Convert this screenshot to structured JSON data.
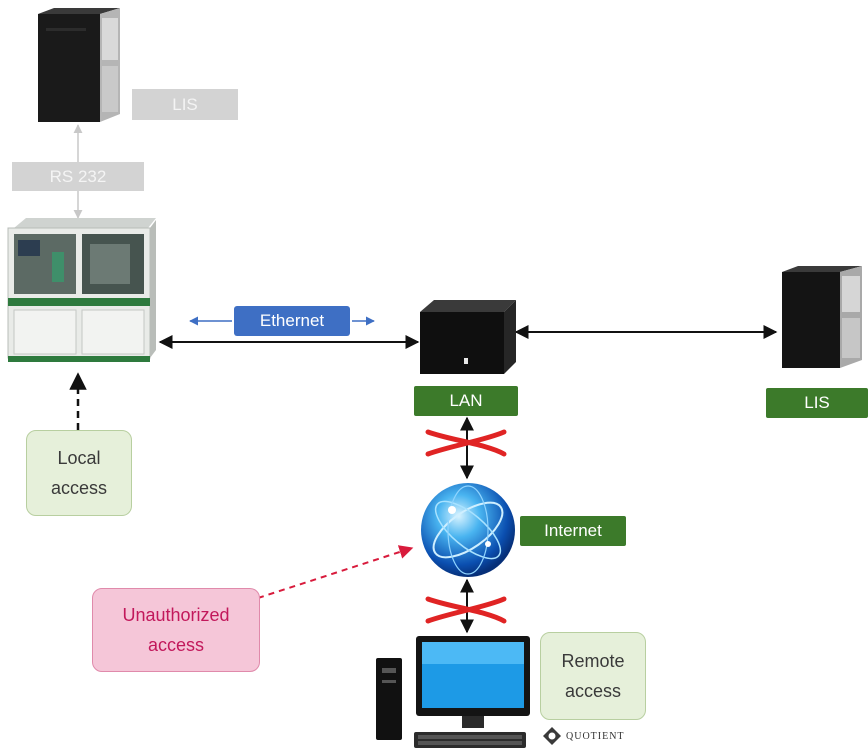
{
  "labels": {
    "lis_top": "LIS",
    "rs232": "RS 232",
    "ethernet": "Ethernet",
    "lan": "LAN",
    "lis_right": "LIS",
    "internet": "Internet"
  },
  "notes": {
    "local_access": [
      "Local",
      "access"
    ],
    "unauthorized_access": [
      "Unauthorized",
      "access"
    ],
    "remote_access": [
      "Remote",
      "access"
    ]
  },
  "logo": {
    "text": "QUOTIENT"
  },
  "colors": {
    "label_green": "#3c7a2a",
    "label_grey": "#d3d3d3",
    "label_blue": "#3e6fc4",
    "cross_red": "#e02424",
    "unauthorized_pink": "#c2185b"
  }
}
